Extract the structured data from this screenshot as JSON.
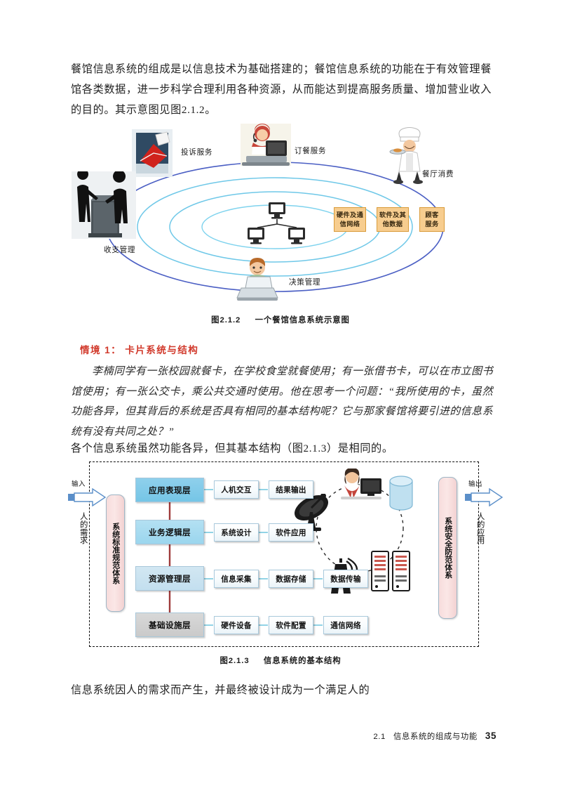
{
  "page": {
    "paragraph_top": "餐馆信息系统的组成是以信息技术为基础搭建的；餐馆信息系统的功能在于有效管理餐馆各类数据，进一步科学合理利用各种资源，从而能达到提高服务质量、增加营业收入的目的。其示意图见图2.1.2。",
    "paragraph_mid": "各个信息系统虽然功能各异，但其基本结构（图2.1.3）是相同的。",
    "paragraph_bottom": "信息系统因人的需求而产生，并最终被设计成为一个满足人的"
  },
  "scenario": {
    "heading": "情境 1： 卡片系统与结构",
    "body": "李楠同学有一张校园就餐卡，在学校食堂就餐使用；有一张借书卡，可以在市立图书馆使用；有一张公交卡，乘公共交通时使用。他在思考一个问题：“我所使用的卡，虽然功能各异，但其背后的系统是否具有相同的基本结构呢？它与那家餐馆将要引进的信息系统有没有共同之处？”",
    "heading_color": "#d1392b"
  },
  "figure_212": {
    "caption_number": "图2.1.2",
    "caption_text": "一个餐馆信息系统示意图",
    "labels": [
      {
        "id": "complaint-service",
        "text": "投诉服务"
      },
      {
        "id": "order-service",
        "text": "订餐服务"
      },
      {
        "id": "restaurant-consume",
        "text": "餐厅消费"
      },
      {
        "id": "revenue-management",
        "text": "收支管理"
      },
      {
        "id": "decision-management",
        "text": "决策管理"
      }
    ],
    "orange_boxes": [
      {
        "id": "hardware-network",
        "line1": "硬件及通",
        "line2": "信网络"
      },
      {
        "id": "software-data",
        "line1": "软件及其",
        "line2": "他数据"
      },
      {
        "id": "customer-service",
        "line1": "顾客",
        "line2": "服务"
      }
    ],
    "orange_box_fill": "#f7cd8f",
    "orange_box_border": "#d99b3a",
    "ellipse_outer_color": "#4b5fc4",
    "ellipse_inner_color": "#6fc8e8"
  },
  "figure_213": {
    "caption_number": "图2.1.3",
    "caption_text": "信息系统的基本结构",
    "input": {
      "arrow_label": "输入",
      "vertical_label": "人的需求"
    },
    "output": {
      "arrow_label": "输出",
      "vertical_label": "人的应用"
    },
    "pillar_left": "系统标准规范体系",
    "pillar_right": "系统安全防范体系",
    "pillar_fill": "#f7dcdc",
    "pillar_border": "#9fb6c6",
    "layers": [
      {
        "id": "application-presentation-layer",
        "label": "应用表现层",
        "color": "#75c5e6",
        "items": [
          "人机交互",
          "结果输出"
        ]
      },
      {
        "id": "business-logic-layer",
        "label": "业务逻辑层",
        "color": "#9bd6ee",
        "items": [
          "系统设计",
          "软件应用"
        ]
      },
      {
        "id": "resource-management-layer",
        "label": "资源管理层",
        "color": "#c3dfef",
        "items": [
          "信息采集",
          "数据存储",
          "数据传输"
        ]
      },
      {
        "id": "infrastructure-layer",
        "label": "基础设施层",
        "color": "#cacaca",
        "items": [
          "硬件设备",
          "软件配置",
          "通信网络"
        ]
      }
    ],
    "network_icons": [
      "person-at-computer-icon",
      "satellite-dish-icon",
      "cell-tower-icon",
      "server-rack-icon",
      "database-cylinder-icon"
    ]
  },
  "footer": {
    "section": "2.1",
    "title": "信息系统的组成与功能",
    "page_number": "35"
  }
}
